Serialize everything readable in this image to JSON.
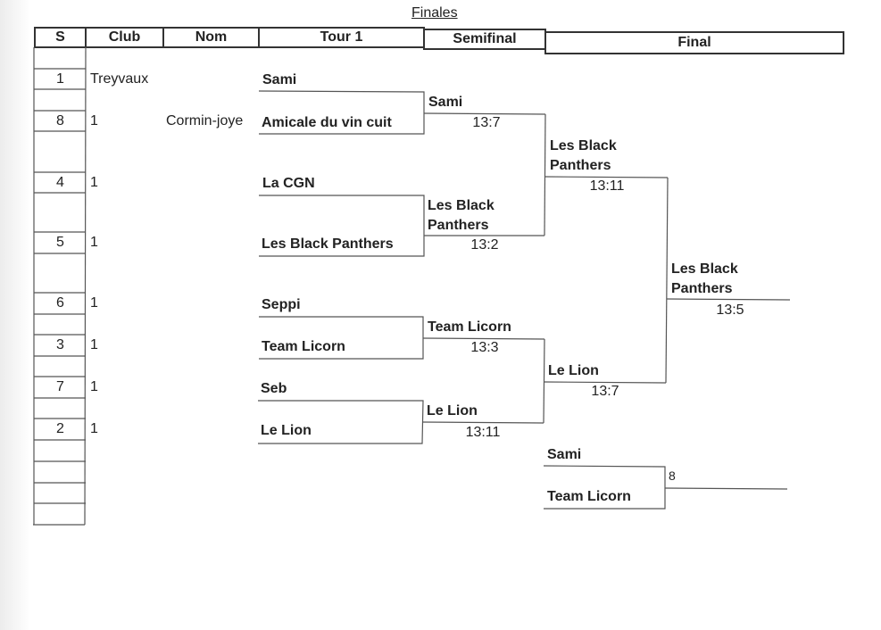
{
  "title": "Finales",
  "headers": {
    "s": "S",
    "club": "Club",
    "nom": "Nom",
    "tour1": "Tour 1",
    "semifinal": "Semifinal",
    "final": "Final"
  },
  "seeds": [
    {
      "seed": "1",
      "club": "Treyvaux",
      "nom": ""
    },
    {
      "seed": "8",
      "club": "1",
      "nom": "Cormin-joye"
    },
    {
      "seed": "4",
      "club": "1",
      "nom": ""
    },
    {
      "seed": "5",
      "club": "1",
      "nom": ""
    },
    {
      "seed": "6",
      "club": "1",
      "nom": ""
    },
    {
      "seed": "3",
      "club": "1",
      "nom": ""
    },
    {
      "seed": "7",
      "club": "1",
      "nom": ""
    },
    {
      "seed": "2",
      "club": "1",
      "nom": ""
    }
  ],
  "tour1": [
    "Sami",
    "Amicale du vin cuit",
    "La CGN",
    "Les Black Panthers",
    "Seppi",
    "Team Licorn",
    "Seb",
    "Le Lion"
  ],
  "quarter_winners": [
    {
      "name_line1": "Sami",
      "name_line2": "",
      "score": "13:7"
    },
    {
      "name_line1": "Les Black",
      "name_line2": "Panthers",
      "score": "13:2"
    },
    {
      "name_line1": "Team Licorn",
      "name_line2": "",
      "score": "13:3"
    },
    {
      "name_line1": "Le Lion",
      "name_line2": "",
      "score": "13:11"
    }
  ],
  "semi_winners": [
    {
      "name_line1": "Les Black",
      "name_line2": "Panthers",
      "score": "13:11"
    },
    {
      "name_line1": "Le Lion",
      "name_line2": "",
      "score": "13:7"
    }
  ],
  "champion": {
    "name_line1": "Les Black",
    "name_line2": "Panthers",
    "score": "13:5"
  },
  "third_place": {
    "team_a": "Sami",
    "team_b": "Team Licorn",
    "result": "8"
  }
}
